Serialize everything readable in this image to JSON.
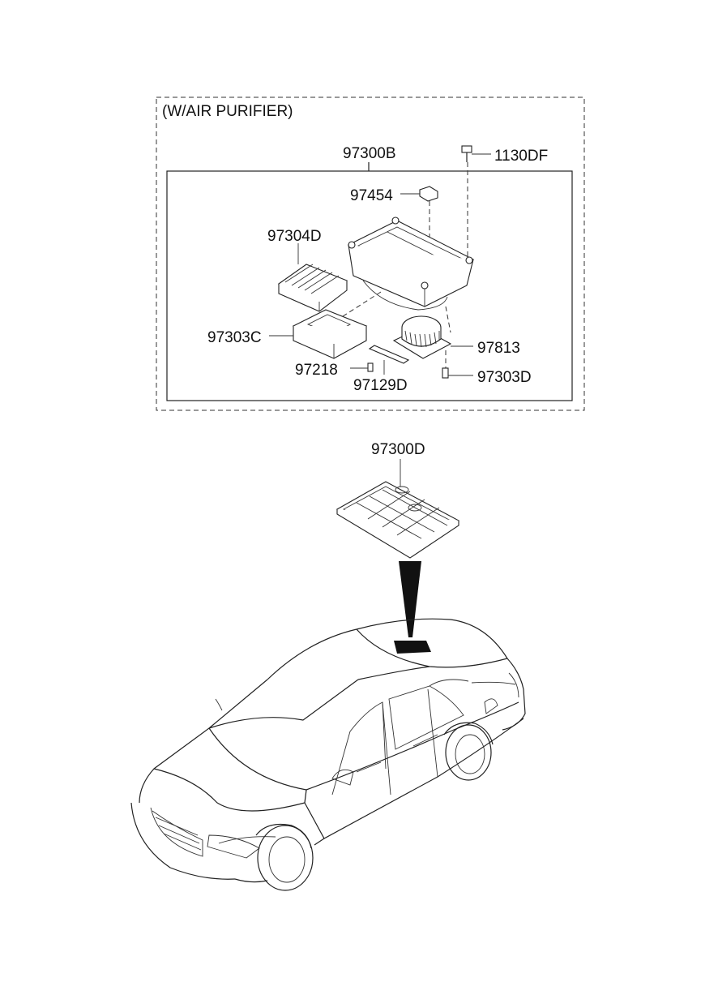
{
  "diagram": {
    "group_title": "(W/AIR PURIFIER)",
    "parts": {
      "assembly": "97300B",
      "bolt": "1130DF",
      "sensor": "97454",
      "filter": "97304D",
      "filter_cover": "97303C",
      "blower_motor": "97813",
      "screw_right": "97303D",
      "screw_left": "97218",
      "bracket": "97129D",
      "headliner_grille": "97300D"
    }
  }
}
